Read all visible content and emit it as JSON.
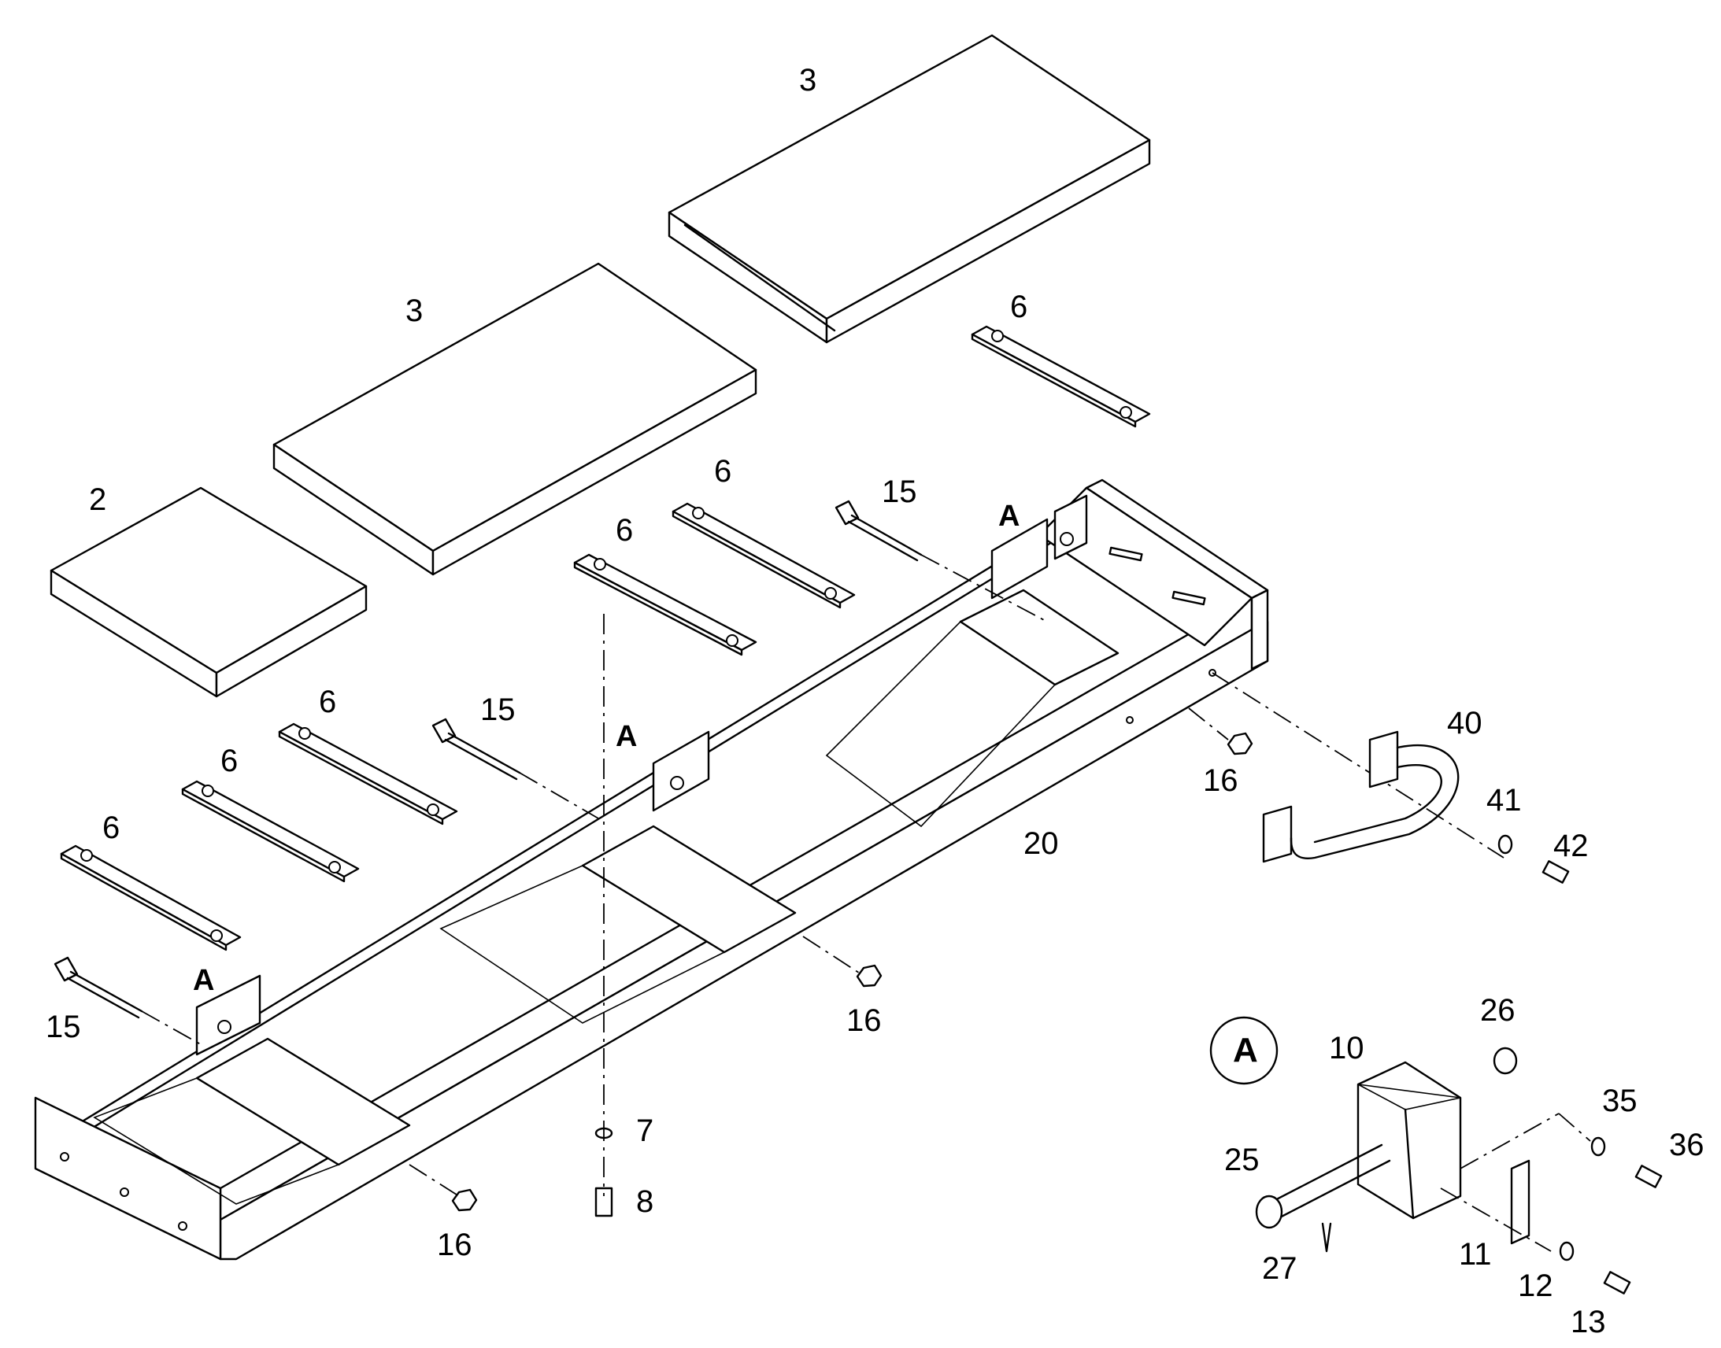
{
  "callouts": [
    {
      "id": "c-3a",
      "text": "3"
    },
    {
      "id": "c-3b",
      "text": "3"
    },
    {
      "id": "c-2",
      "text": "2"
    },
    {
      "id": "c-6a",
      "text": "6"
    },
    {
      "id": "c-6b",
      "text": "6"
    },
    {
      "id": "c-6c",
      "text": "6"
    },
    {
      "id": "c-6d",
      "text": "6"
    },
    {
      "id": "c-6e",
      "text": "6"
    },
    {
      "id": "c-6f",
      "text": "6"
    },
    {
      "id": "c-15a",
      "text": "15"
    },
    {
      "id": "c-15b",
      "text": "15"
    },
    {
      "id": "c-15c",
      "text": "15"
    },
    {
      "id": "c-16a",
      "text": "16"
    },
    {
      "id": "c-16b",
      "text": "16"
    },
    {
      "id": "c-16c",
      "text": "16"
    },
    {
      "id": "c-20",
      "text": "20"
    },
    {
      "id": "c-40",
      "text": "40"
    },
    {
      "id": "c-41",
      "text": "41"
    },
    {
      "id": "c-42",
      "text": "42"
    },
    {
      "id": "c-7",
      "text": "7"
    },
    {
      "id": "c-8",
      "text": "8"
    },
    {
      "id": "c-10",
      "text": "10"
    },
    {
      "id": "c-26",
      "text": "26"
    },
    {
      "id": "c-35",
      "text": "35"
    },
    {
      "id": "c-36",
      "text": "36"
    },
    {
      "id": "c-25",
      "text": "25"
    },
    {
      "id": "c-27",
      "text": "27"
    },
    {
      "id": "c-11",
      "text": "11"
    },
    {
      "id": "c-12",
      "text": "12"
    },
    {
      "id": "c-13",
      "text": "13"
    }
  ],
  "detail_refs": {
    "top": "A",
    "mid": "A",
    "left": "A",
    "badge": "A"
  }
}
